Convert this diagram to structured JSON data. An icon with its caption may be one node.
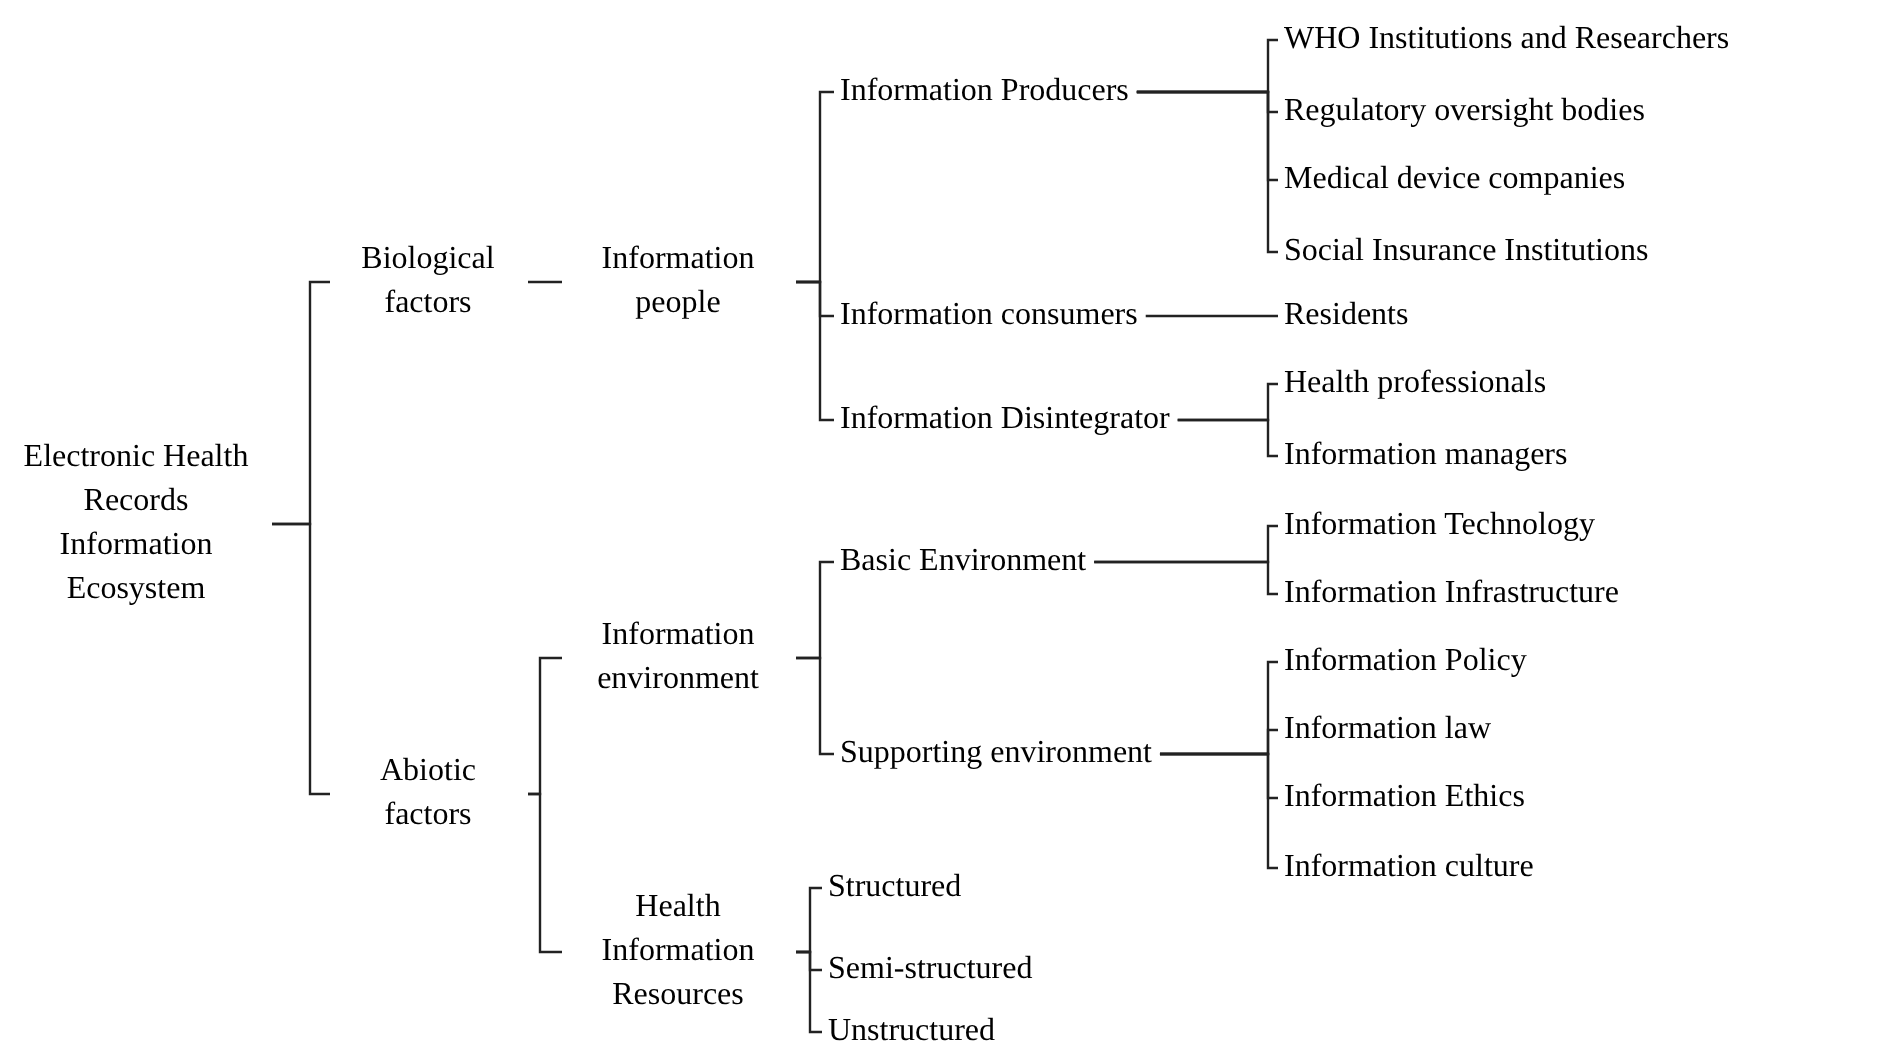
{
  "diagram": {
    "nodes": [
      {
        "text": [
          "Electronic Health Records Information Ecosystem"
        ]
      },
      {
        "text": [
          "Biological factors"
        ]
      },
      {
        "text": [
          "Abiotic factors"
        ]
      },
      {
        "text": [
          "Information people"
        ]
      },
      {
        "text": [
          "Information environment"
        ]
      },
      {
        "text": [
          "Health Information Resources"
        ]
      },
      {
        "text": [
          "Information Producers"
        ]
      },
      {
        "text": [
          "Information consumers"
        ]
      },
      {
        "text": [
          "Information Disintegrator"
        ]
      },
      {
        "text": [
          "Basic Environment"
        ]
      },
      {
        "text": [
          "Supporting environment"
        ]
      },
      {
        "text": [
          "Structured"
        ]
      },
      {
        "text": [
          "Semi-structured"
        ]
      },
      {
        "text": [
          "Unstructured"
        ]
      },
      {
        "text": [
          "WHO Institutions and Researchers"
        ]
      },
      {
        "text": [
          "Regulatory oversight bodies"
        ]
      },
      {
        "text": [
          "Medical device companies"
        ]
      },
      {
        "text": [
          "Social Insurance Institutions"
        ]
      },
      {
        "text": [
          "Residents"
        ]
      },
      {
        "text": [
          "Health professionals"
        ]
      },
      {
        "text": [
          "Information managers"
        ]
      },
      {
        "text": [
          "Information Technology"
        ]
      },
      {
        "text": [
          "Information Infrastructure"
        ]
      },
      {
        "text": [
          "Information Policy"
        ]
      },
      {
        "text": [
          "Information law"
        ]
      },
      {
        "text": [
          "Information Ethics"
        ]
      },
      {
        "text": [
          "Information culture"
        ]
      }
    ],
    "edges": [
      {
        "from": 0,
        "to": 1,
        "arrow": "none"
      },
      {
        "from": 0,
        "to": 2,
        "arrow": "none"
      },
      {
        "from": 1,
        "to": 3,
        "arrow": "none"
      },
      {
        "from": 2,
        "to": 4,
        "arrow": "none"
      },
      {
        "from": 2,
        "to": 5,
        "arrow": "none"
      },
      {
        "from": 3,
        "to": 6,
        "arrow": "none"
      },
      {
        "from": 3,
        "to": 7,
        "arrow": "none"
      },
      {
        "from": 3,
        "to": 8,
        "arrow": "none"
      },
      {
        "from": 4,
        "to": 9,
        "arrow": "none"
      },
      {
        "from": 4,
        "to": 10,
        "arrow": "none"
      },
      {
        "from": 5,
        "to": 11,
        "arrow": "none"
      },
      {
        "from": 5,
        "to": 12,
        "arrow": "none"
      },
      {
        "from": 5,
        "to": 13,
        "arrow": "none"
      },
      {
        "from": 6,
        "to": 14,
        "arrow": "none"
      },
      {
        "from": 6,
        "to": 15,
        "arrow": "none"
      },
      {
        "from": 6,
        "to": 16,
        "arrow": "none"
      },
      {
        "from": 6,
        "to": 17,
        "arrow": "none"
      },
      {
        "from": 7,
        "to": 18,
        "arrow": "none"
      },
      {
        "from": 8,
        "to": 19,
        "arrow": "none"
      },
      {
        "from": 8,
        "to": 20,
        "arrow": "none"
      },
      {
        "from": 9,
        "to": 21,
        "arrow": "none"
      },
      {
        "from": 9,
        "to": 22,
        "arrow": "none"
      },
      {
        "from": 10,
        "to": 23,
        "arrow": "none"
      },
      {
        "from": 10,
        "to": 24,
        "arrow": "none"
      },
      {
        "from": 10,
        "to": 25,
        "arrow": "none"
      },
      {
        "from": 10,
        "to": 26,
        "arrow": "none"
      }
    ]
  }
}
